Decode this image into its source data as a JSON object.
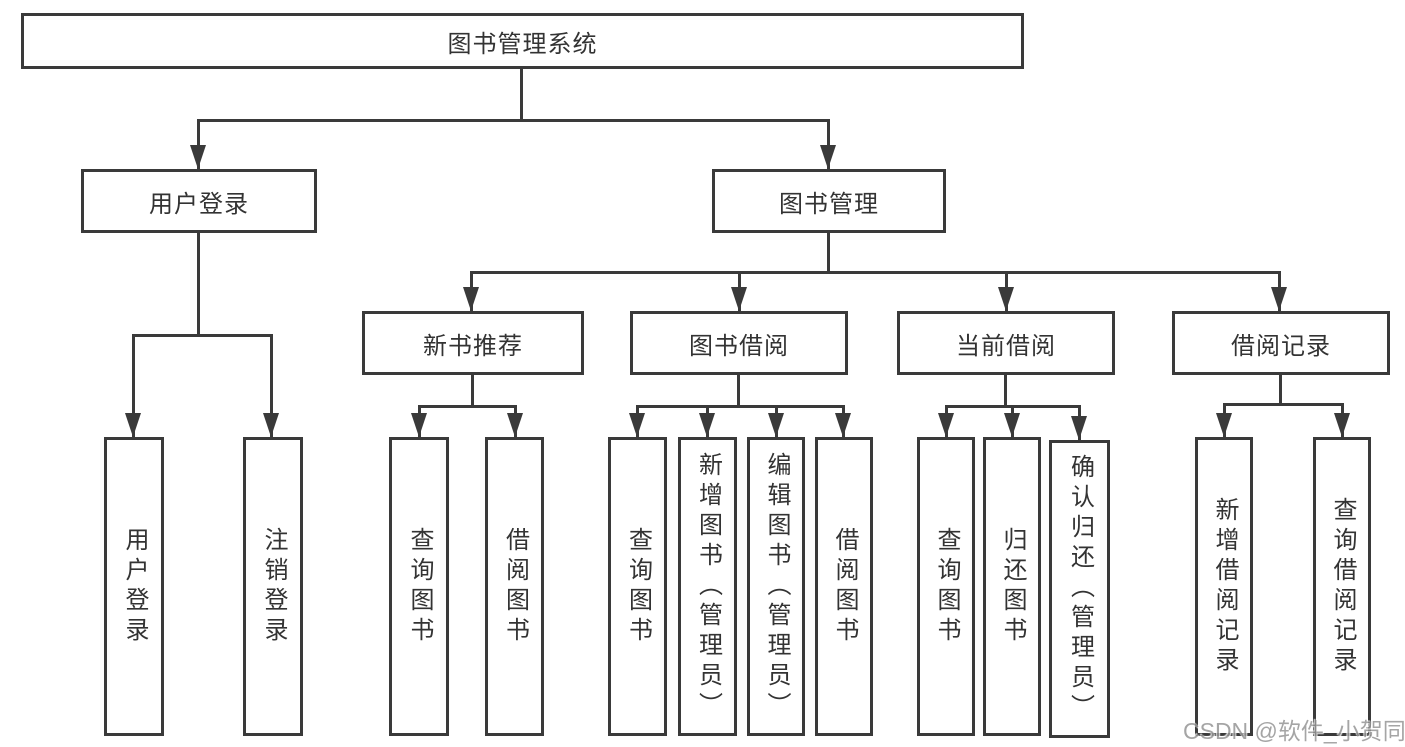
{
  "root": {
    "label": "图书管理系统"
  },
  "level2": {
    "user_login": "用户登录",
    "book_management": "图书管理"
  },
  "user_children": [
    "用户登录",
    "注销登录"
  ],
  "sections": [
    {
      "label": "新书推荐",
      "children": [
        "查询图书",
        "借阅图书"
      ]
    },
    {
      "label": "图书借阅",
      "children": [
        "查询图书",
        "新增图书（管理员）",
        "编辑图书（管理员）",
        "借阅图书"
      ]
    },
    {
      "label": "当前借阅",
      "children": [
        "查询图书",
        "归还图书",
        "确认归还（管理员）"
      ]
    },
    {
      "label": "借阅记录",
      "children": [
        "新增借阅记录",
        "查询借阅记录"
      ]
    }
  ],
  "watermark": "CSDN @软件_小贺同学",
  "colors": {
    "line": "#3a3a3a",
    "text": "#333333",
    "watermark": "#969696",
    "background": "#ffffff"
  }
}
